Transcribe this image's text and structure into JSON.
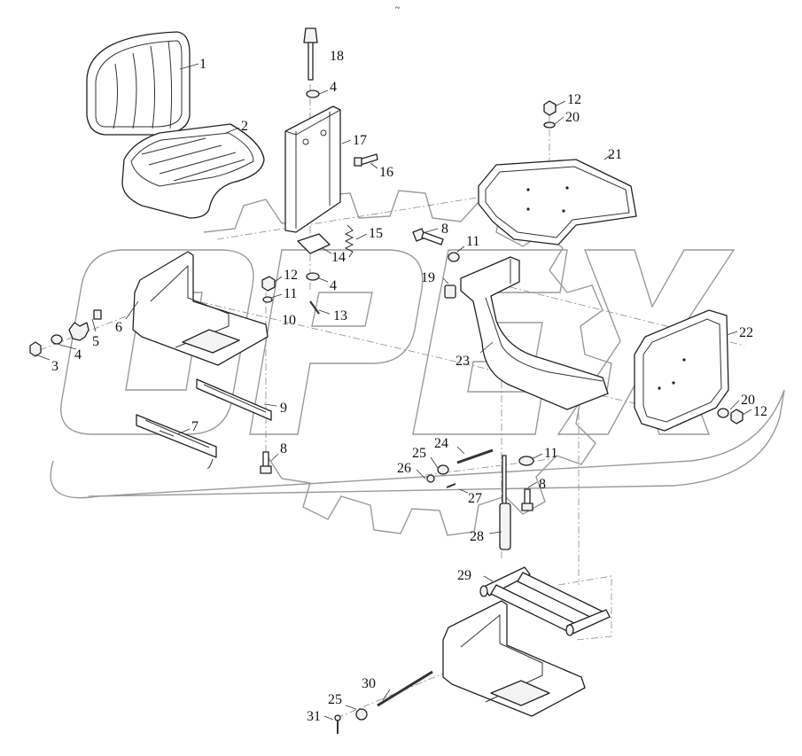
{
  "diagram": {
    "watermark_text": "OPEX",
    "header_mark": "~",
    "callouts": [
      {
        "id": "c1",
        "text": "1"
      },
      {
        "id": "c2",
        "text": "2"
      },
      {
        "id": "c3",
        "text": "3"
      },
      {
        "id": "c4a",
        "text": "4"
      },
      {
        "id": "c4b",
        "text": "4"
      },
      {
        "id": "c4c",
        "text": "4"
      },
      {
        "id": "c5",
        "text": "5"
      },
      {
        "id": "c6",
        "text": "6"
      },
      {
        "id": "c7",
        "text": "7"
      },
      {
        "id": "c8a",
        "text": "8"
      },
      {
        "id": "c8b",
        "text": "8"
      },
      {
        "id": "c8c",
        "text": "8"
      },
      {
        "id": "c9",
        "text": "9"
      },
      {
        "id": "c10",
        "text": "10"
      },
      {
        "id": "c11a",
        "text": "11"
      },
      {
        "id": "c11b",
        "text": "11"
      },
      {
        "id": "c11c",
        "text": "11"
      },
      {
        "id": "c12a",
        "text": "12"
      },
      {
        "id": "c12b",
        "text": "12"
      },
      {
        "id": "c12c",
        "text": "12"
      },
      {
        "id": "c13",
        "text": "13"
      },
      {
        "id": "c14",
        "text": "14"
      },
      {
        "id": "c15",
        "text": "15"
      },
      {
        "id": "c16",
        "text": "16"
      },
      {
        "id": "c17",
        "text": "17"
      },
      {
        "id": "c18",
        "text": "18"
      },
      {
        "id": "c19",
        "text": "19"
      },
      {
        "id": "c20a",
        "text": "20"
      },
      {
        "id": "c20b",
        "text": "20"
      },
      {
        "id": "c21",
        "text": "21"
      },
      {
        "id": "c22",
        "text": "22"
      },
      {
        "id": "c23",
        "text": "23"
      },
      {
        "id": "c24",
        "text": "24"
      },
      {
        "id": "c25a",
        "text": "25"
      },
      {
        "id": "c25b",
        "text": "25"
      },
      {
        "id": "c26",
        "text": "26"
      },
      {
        "id": "c27",
        "text": "27"
      },
      {
        "id": "c28",
        "text": "28"
      },
      {
        "id": "c29",
        "text": "29"
      },
      {
        "id": "c30",
        "text": "30"
      },
      {
        "id": "c31",
        "text": "31"
      }
    ]
  }
}
